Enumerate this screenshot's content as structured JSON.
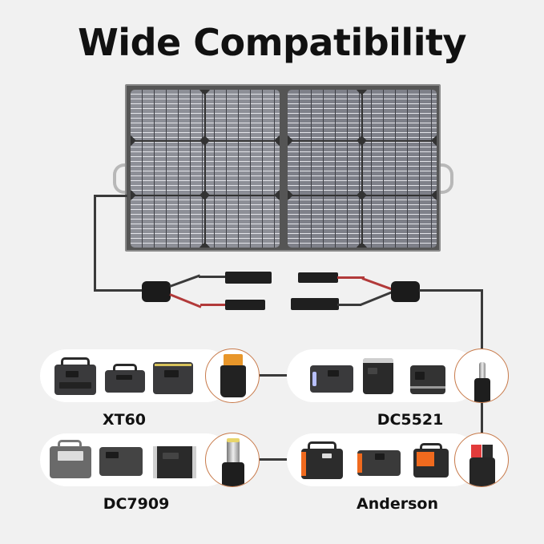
{
  "title": "Wide Compatibility",
  "product": {
    "name": "foldable-solar-panel",
    "panels": 2,
    "cable": "MC4 Y-branch parallel adapter"
  },
  "connectors": [
    {
      "id": "xt60",
      "label": "XT60",
      "icon": "xt60-plug-icon",
      "accent": "#e8962a",
      "devices": [
        "power-station-1",
        "power-station-2",
        "power-station-3"
      ]
    },
    {
      "id": "dc5521",
      "label": "DC5521",
      "icon": "dc5521-barrel-plug-icon",
      "accent": "#c0c0c0",
      "devices": [
        "power-station-4",
        "power-station-5",
        "power-station-6"
      ]
    },
    {
      "id": "dc7909",
      "label": "DC7909",
      "icon": "dc7909-barrel-plug-icon",
      "accent": "#e8d56a",
      "devices": [
        "power-station-7",
        "power-station-8",
        "power-station-9"
      ]
    },
    {
      "id": "anderson",
      "label": "Anderson",
      "icon": "anderson-plug-icon",
      "accent": "#e23b3b",
      "devices": [
        "power-station-10",
        "power-station-11",
        "power-station-12"
      ]
    }
  ],
  "colors": {
    "background": "#f1f1f1",
    "ring": "#c87a4a",
    "wire": "#3a3a3a",
    "wire_positive": "#b23a3a",
    "device_orange": "#f06a1e"
  }
}
